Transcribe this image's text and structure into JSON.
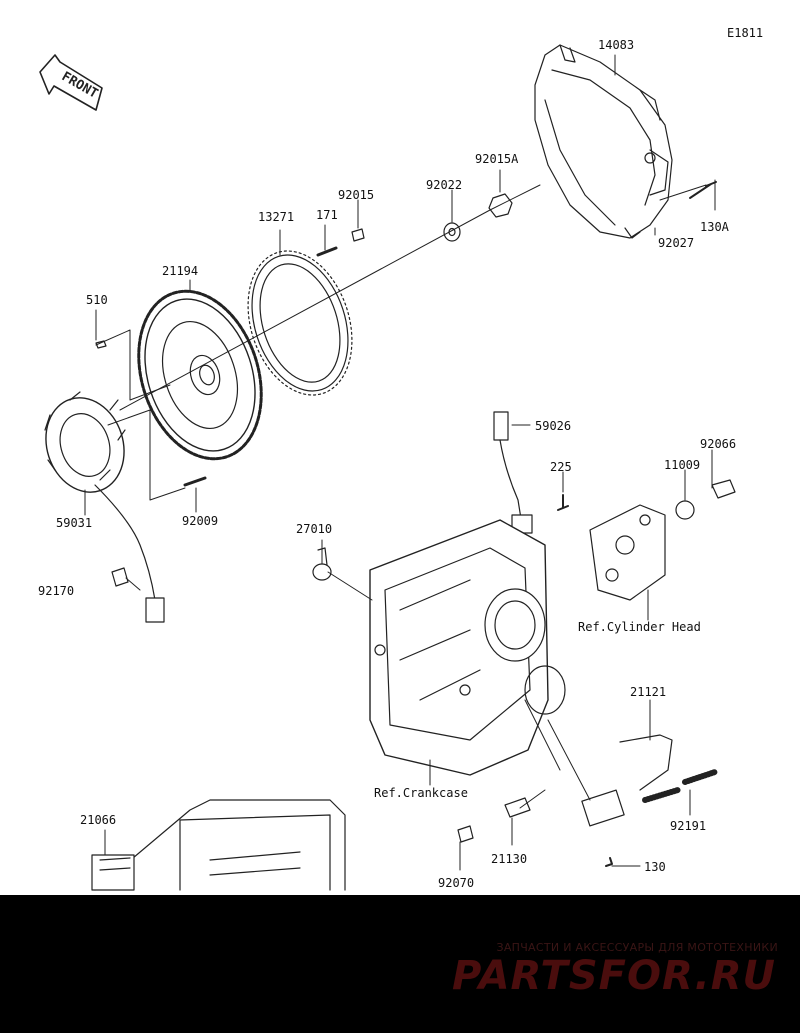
{
  "diagram_code": "E1811",
  "front_label": "FRONT",
  "parts": {
    "p14083": "14083",
    "p92015A": "92015A",
    "p92022": "92022",
    "p92015": "92015",
    "p171": "171",
    "p13271": "13271",
    "p21194": "21194",
    "p510": "510",
    "p130A": "130A",
    "p92027": "92027",
    "p59031": "59031",
    "p92009": "92009",
    "p92170": "92170",
    "p59026": "59026",
    "p225": "225",
    "p92066": "92066",
    "p11009": "11009",
    "p27010": "27010",
    "p21121": "21121",
    "p92191": "92191",
    "p21066": "21066",
    "p21130": "21130",
    "p92070": "92070",
    "p130": "130"
  },
  "references": {
    "cylinder_head": "Ref.Cylinder Head",
    "crankcase": "Ref.Crankcase"
  },
  "footer": {
    "subtitle": "ЗАПЧАСТИ И АКСЕССУАРЫ ДЛЯ МОТОТЕХНИКИ",
    "brand": "PARTSFOR.RU"
  }
}
